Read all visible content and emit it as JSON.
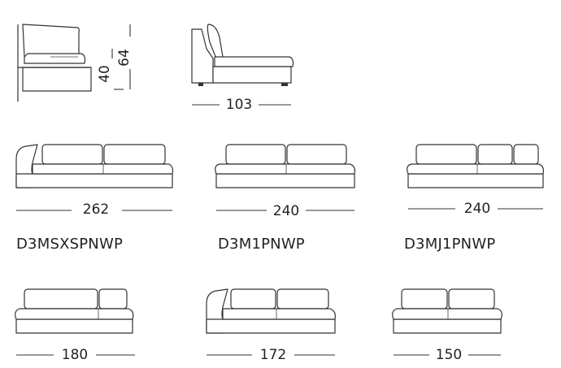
{
  "side_views": {
    "front_side": {
      "seat_height": "40",
      "total_height": "64"
    },
    "profile": {
      "depth": "103"
    }
  },
  "modules": [
    {
      "code": "D3MSXSPNWP",
      "width": "262"
    },
    {
      "code": "D3M1PNWP",
      "width": "240"
    },
    {
      "code": "D3MJ1PNWP",
      "width": "240"
    },
    {
      "code": "",
      "width": "180"
    },
    {
      "code": "",
      "width": "172"
    },
    {
      "code": "",
      "width": "150"
    }
  ]
}
